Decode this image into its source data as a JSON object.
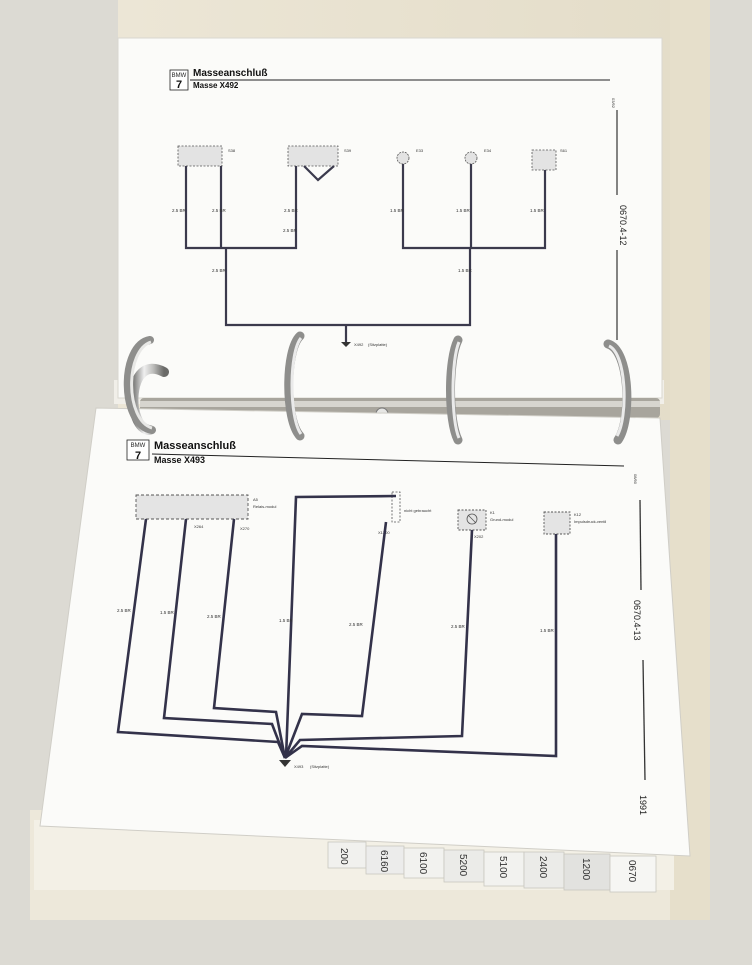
{
  "brand": {
    "badge_text": "BMW",
    "badge_number": "7"
  },
  "upper_page": {
    "title": "Masseanschluß",
    "subtitle": "Masse X492",
    "date_code": "03/92",
    "page_ref": "0670.4-12",
    "components": [
      "S38",
      "S39",
      "E33",
      "E34",
      "S61"
    ],
    "wire_labels": [
      "2.5 BR",
      "2.5 BR",
      "2.5 BR",
      "2.5 BR",
      "2.5 BR",
      "1.5 BR",
      "1.5 BR",
      "1.5 BR",
      "1.5 BR"
    ],
    "ground_label": "X492",
    "ground_note": "(Sitzplatte)"
  },
  "lower_page": {
    "title": "Masseanschluß",
    "subtitle": "Masse X493",
    "date_code": "08/90",
    "page_ref": "0670.4-13",
    "year": "1991",
    "components": [
      {
        "id": "A5",
        "desc": "Relais-modul"
      },
      {
        "id": "",
        "desc": "nicht gebraucht"
      },
      {
        "id": "K1",
        "desc": "Grund-modul"
      },
      {
        "id": "K12",
        "desc": "Impulsdruck-ventil"
      }
    ],
    "wire_labels": [
      "2.5 BR",
      "1.5 BR",
      "2.5 BR",
      "1.5 BR",
      "2.5 BR",
      "2.5 BR",
      "1.5 BR"
    ],
    "connector_labels": [
      "X264",
      "X270",
      "X1300",
      "X202"
    ],
    "ground_label": "X493",
    "ground_note": "(Sitzplatte)"
  },
  "index_tabs": [
    "200",
    "6160",
    "6100",
    "5200",
    "5100",
    "2400",
    "1200",
    "0670"
  ]
}
